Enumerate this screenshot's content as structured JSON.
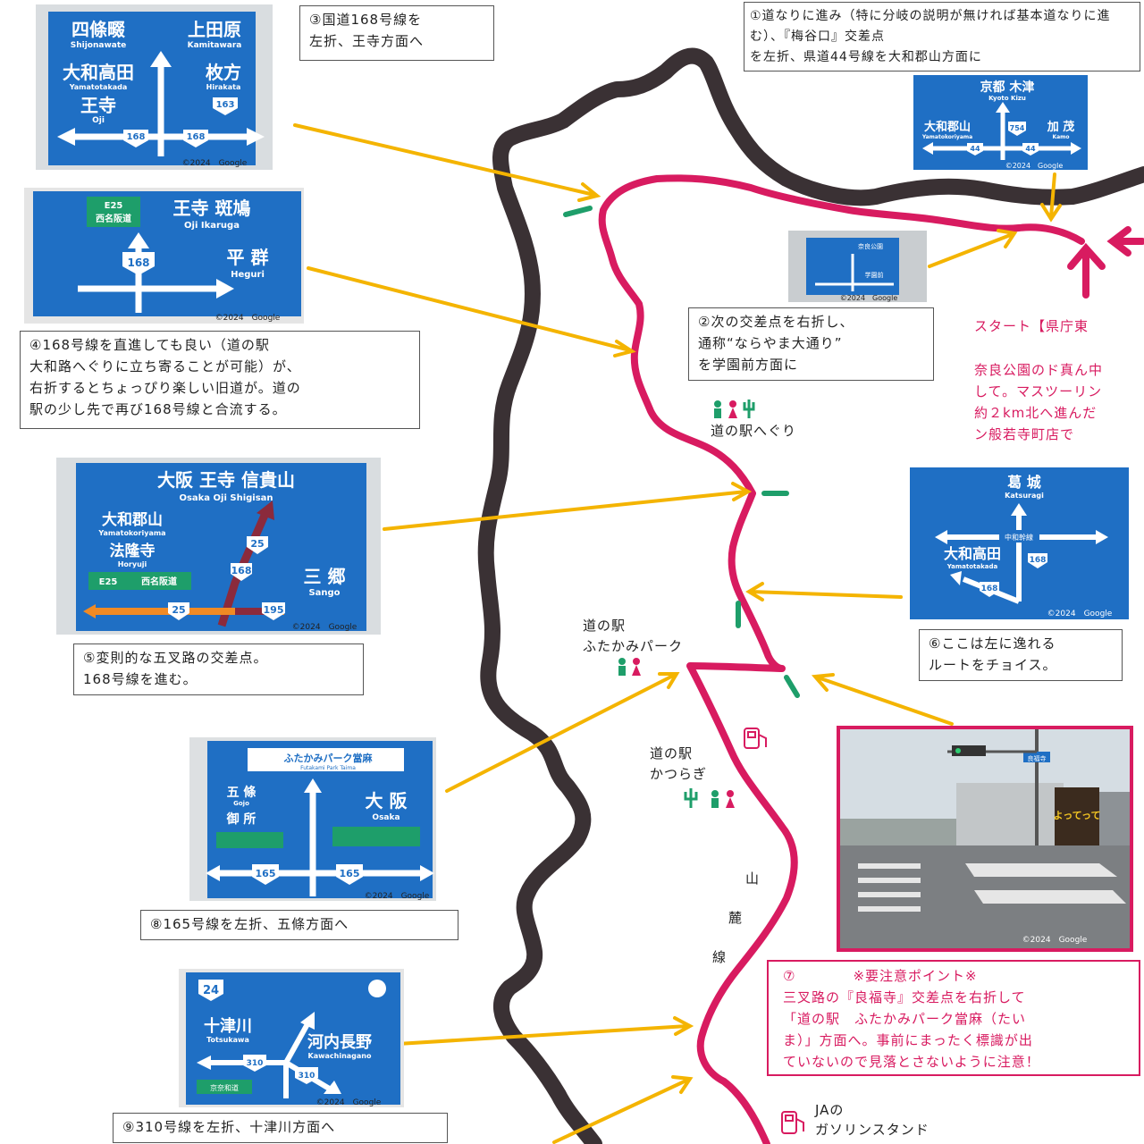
{
  "notes": {
    "n1": [
      "①道なりに進み（特に分岐の説明が無ければ基本道なりに進む）、『梅谷口』交差点",
      "を左折、県道44号線を大和郡山方面に"
    ],
    "n2": [
      "②次の交差点を右折し、",
      "通称“ならやま大通り”",
      "を学園前方面に"
    ],
    "n3": [
      "③国道168号線を",
      "左折、王寺方面へ"
    ],
    "n4": [
      "④168号線を直進しても良い（道の駅",
      "大和路へぐりに立ち寄ることが可能）が、",
      "右折するとちょっぴり楽しい旧道が。道の",
      "駅の少し先で再び168号線と合流する。"
    ],
    "n5": [
      "⑤変則的な五叉路の交差点。",
      "168号線を進む。"
    ],
    "n6": [
      "⑥ここは左に逸れる",
      "ルートをチョイス。"
    ],
    "n8": [
      "⑧165号線を左折、五條方面へ"
    ],
    "n9": [
      "⑨310号線を左折、十津川方面へ"
    ]
  },
  "start": {
    "title": "スタート【県庁東",
    "lines": [
      "奈良公園のド真ん中",
      "して。マスツーリン",
      "約２km北へ進んだ",
      "ン般若寺町店で"
    ]
  },
  "warning": {
    "head": "⑦　　　　※要注意ポイント※",
    "lines": [
      "三叉路の『良福寺』交差点を右折して",
      "「道の駅　ふたかみパーク當麻（たい",
      "ま）」方面へ。事前にまったく標識が出",
      "ていないので見落とさないように注意！"
    ]
  },
  "labels": {
    "heguri": "道の駅へぐり",
    "futakami1": "道の駅",
    "futakami2": "ふたかみパーク",
    "katsuragi1": "道の駅",
    "katsuragi2": "かつらぎ",
    "sanroku": [
      "山",
      "麓",
      "線"
    ],
    "ja1": "JAの",
    "ja2": "ガソリンスタンド"
  },
  "copyright": "©2024　Google",
  "signs": {
    "s3": {
      "tl": "四條畷",
      "tl_en": "Shijonawate",
      "tr": "上田原",
      "tr_en": "Kamitawara",
      "ml": "大和高田",
      "ml_en": "Yamatotakada",
      "ml2": "王寺",
      "ml2_en": "Oji",
      "mr": "枚方",
      "mr_en": "Hirakata",
      "n1": "168",
      "n2": "168",
      "n3": "163"
    },
    "s4": {
      "t1": "王寺 斑鳩",
      "t1_en": "Oji    Ikaruga",
      "e25": "E25",
      "ex": "西名阪道",
      "r": "平 群",
      "r_en": "Heguri",
      "n": "168"
    },
    "s5": {
      "t1": "大阪 王寺 信貴山",
      "t1_en": "Osaka   Oji   Shigisan",
      "l1": "大和郡山",
      "l1_en": "Yamatokoriyama",
      "l2": "法隆寺",
      "l2_en": "Horyuji",
      "e25": "E25",
      "ex": "西名阪道",
      "r": "三 郷",
      "r_en": "Sango",
      "n1": "25",
      "n2": "168",
      "n3": "25",
      "n4": "195"
    },
    "s1": {
      "t1": "京都 木津",
      "t1_en": "Kyoto    Kizu",
      "l": "大和郡山",
      "l_en": "Yamatokoriyama",
      "r": "加 茂",
      "r_en": "Kamo",
      "n1": "754",
      "n2": "44",
      "n3": "44"
    },
    "s6": {
      "t": "葛 城",
      "t_en": "Katsuragi",
      "mid": "中和幹線",
      "l": "大和高田",
      "l_en": "Yamatotakada",
      "n1": "168",
      "n2": "168"
    },
    "s8": {
      "top": "ふたかみパーク當麻",
      "top_en": "Futakami Park Taima",
      "l": "五 條",
      "l_en": "Gojo",
      "l2": "御 所",
      "r": "大 阪",
      "r_en": "Osaka",
      "n1": "165",
      "n2": "165"
    },
    "s9": {
      "l": "十津川",
      "l_en": "Totsukawa",
      "r": "河内長野",
      "r_en": "Kawachinagano",
      "n1": "24",
      "n2": "310",
      "n3": "310",
      "ex": "京奈和道"
    },
    "s2": {
      "t": "奈良公園",
      "r": "学園前"
    }
  },
  "photo": {
    "sign": "良福寺",
    "shop": "よってって"
  },
  "colors": {
    "route": "#d81b60",
    "river": "#3a3134",
    "arrow": "#f4b400",
    "sign": "#1f6fc4",
    "marker": "#1e9e6a"
  }
}
